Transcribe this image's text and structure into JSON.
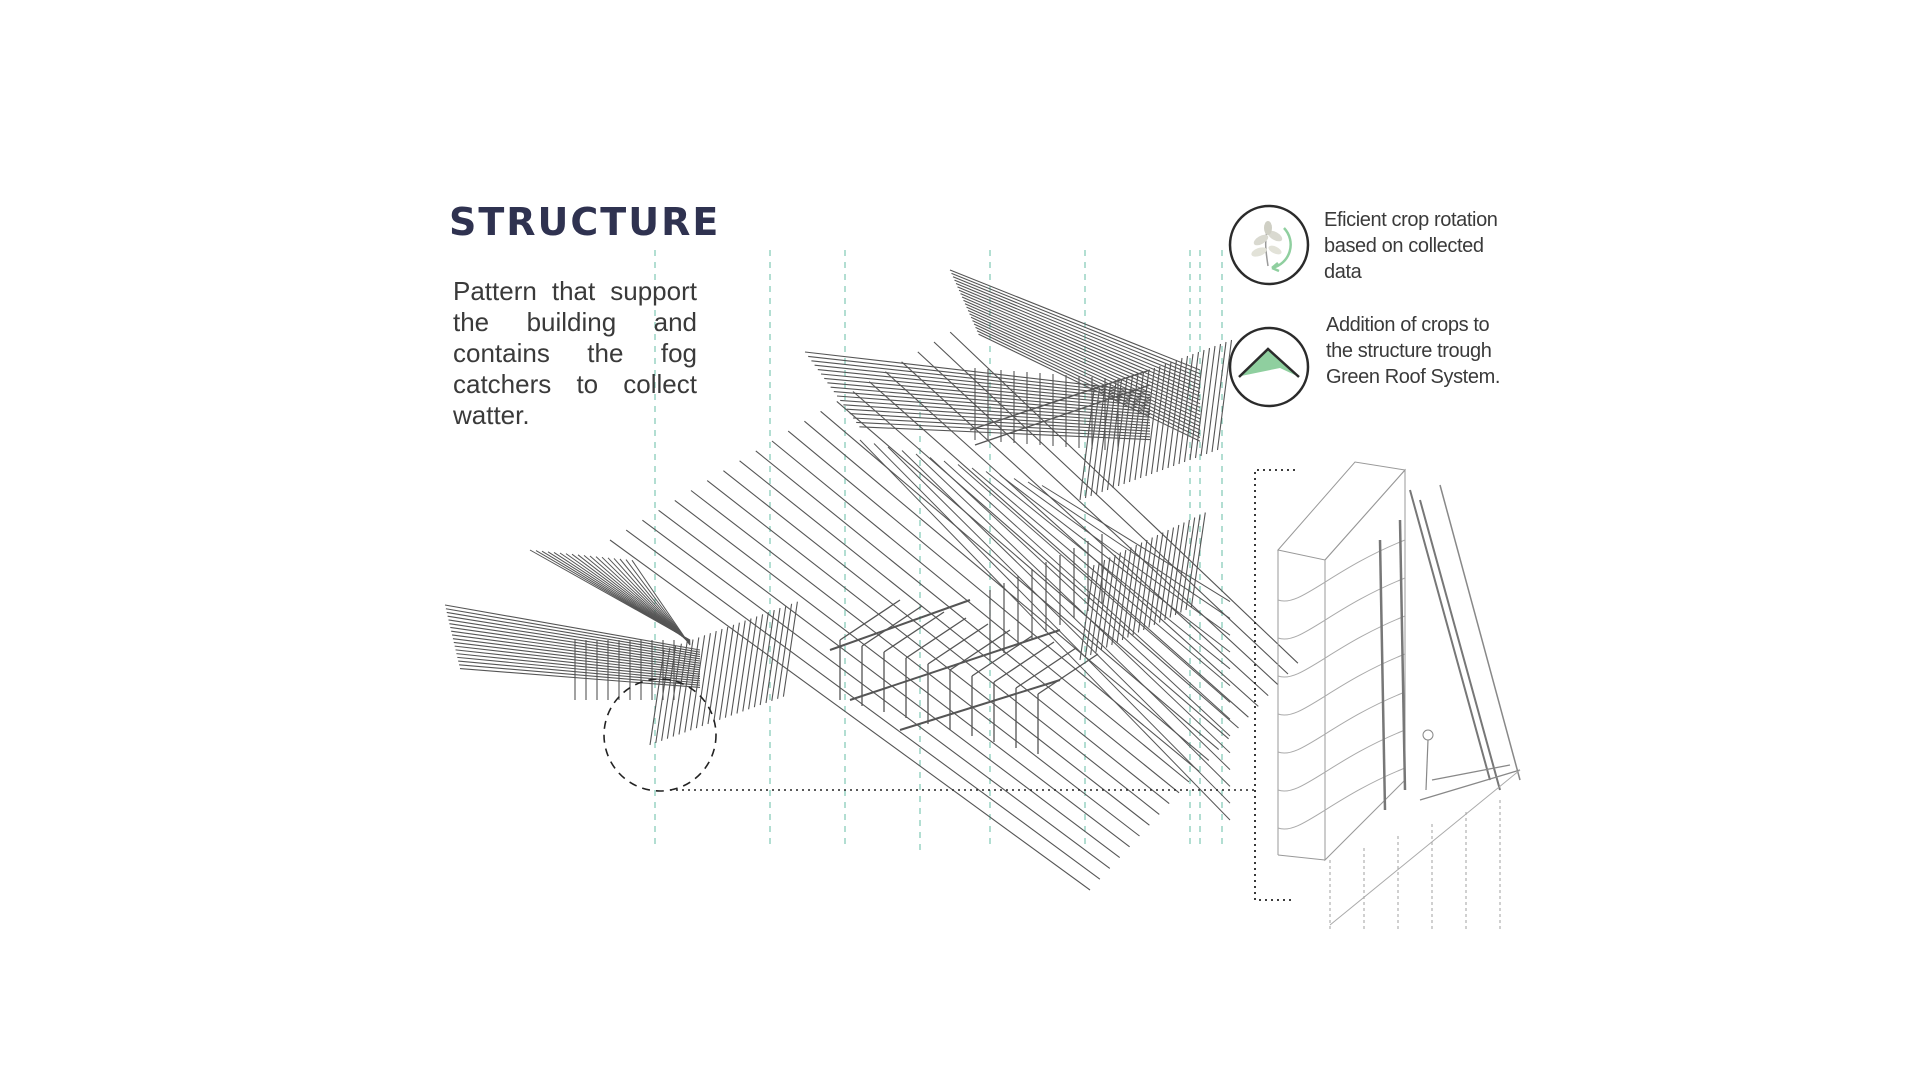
{
  "title": "STRUCTURE",
  "description": "Pattern that support the building and contains the fog catchers to collect watter.",
  "legend": [
    {
      "icon": "crop-rotation-icon",
      "text": "Eficient crop rotation based on collected data"
    },
    {
      "icon": "green-roof-icon",
      "text": "Addition of crops to the structure trough Green Roof System."
    }
  ],
  "colors": {
    "title": "#2f3250",
    "text": "#3a3a3a",
    "line": "#555555",
    "guide": "#7fc9b4",
    "green": "#8fcf9f",
    "leader": "#222222"
  }
}
